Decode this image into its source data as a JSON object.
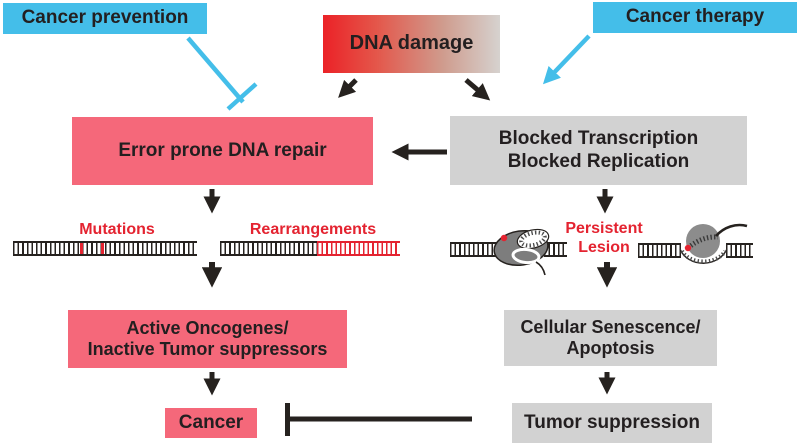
{
  "diagram_title": "DNA damage response and cancer pathways",
  "colors": {
    "cyan": "#44bee9",
    "pink": "#f5687a",
    "gray": "#d2d2d2",
    "red_label": "#e42330",
    "dna_damage_gradient_start": "#eb2227",
    "dna_damage_gradient_end": "#d6d2cf",
    "arrow_black": "#26221f",
    "text_black": "#231f20"
  },
  "nodes": {
    "cancer_prevention": "Cancer prevention",
    "dna_damage": "DNA damage",
    "cancer_therapy": "Cancer therapy",
    "error_prone_repair": "Error prone DNA repair",
    "blocked_line1": "Blocked Transcription",
    "blocked_line2": "Blocked Replication",
    "mutations": "Mutations",
    "rearrangements": "Rearrangements",
    "persistent_line1": "Persistent",
    "persistent_line2": "Lesion",
    "oncogenes_line1": "Active Oncogenes/",
    "oncogenes_line2": "Inactive Tumor suppressors",
    "cancer": "Cancer",
    "senescence_line1": "Cellular Senescence/",
    "senescence_line2": "Apoptosis",
    "tumor_suppression": "Tumor suppression"
  },
  "relations": [
    "Cancer prevention inhibits Error prone DNA repair",
    "Cancer therapy promotes Blocked Transcription/Replication",
    "DNA damage leads to Error prone DNA repair",
    "DNA damage leads to Blocked Transcription/Replication",
    "Blocked Transcription/Replication leads to Error prone DNA repair",
    "Error prone DNA repair leads to Mutations and Rearrangements",
    "Blocked Transcription/Replication leads to Persistent Lesion",
    "Mutations/Rearrangements lead to Active Oncogenes/Inactive Tumor suppressors",
    "Persistent Lesion leads to Cellular Senescence/Apoptosis",
    "Active Oncogenes/Inactive Tumor suppressors lead to Cancer",
    "Cellular Senescence/Apoptosis leads to Tumor suppression",
    "Tumor suppression inhibits Cancer"
  ]
}
